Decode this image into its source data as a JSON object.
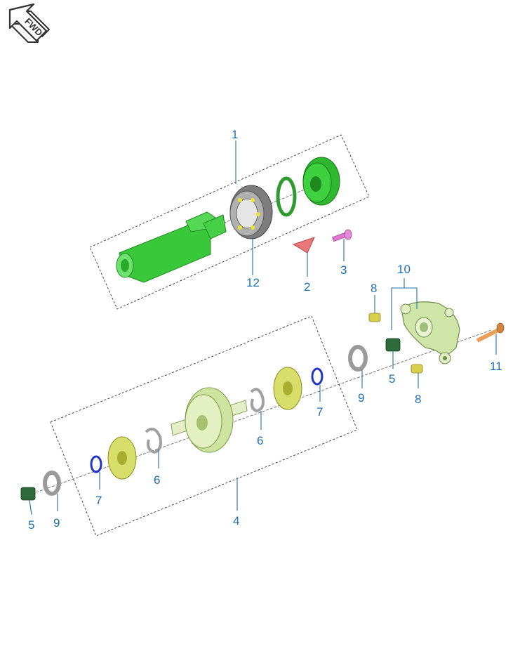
{
  "fwd_marker": {
    "label": "FWD"
  },
  "callouts": {
    "c1": "1",
    "c2": "2",
    "c3": "3",
    "c4": "4",
    "c5a": "5",
    "c5b": "5",
    "c6a": "6",
    "c6b": "6",
    "c7a": "7",
    "c7b": "7",
    "c8a": "8",
    "c8b": "8",
    "c9a": "9",
    "c9b": "9",
    "c10": "10",
    "c11": "11",
    "c12": "12"
  },
  "colors": {
    "callout": "#1f6fb0",
    "shaft_green": "#39c83a",
    "gear_yellow": "#d8de6a",
    "bearing_gray": "#8c8c8c",
    "clip_blue": "#2233cc",
    "bolt_orange": "#e8a05a",
    "bolt_pink": "#e07ad0",
    "plate_red": "#e8787a",
    "cover_green": "#cfe6a8",
    "bushing_dark": "#2f6b3a",
    "pin_yellow": "#d9cf4a",
    "washer_gray": "#9a9a9a"
  }
}
